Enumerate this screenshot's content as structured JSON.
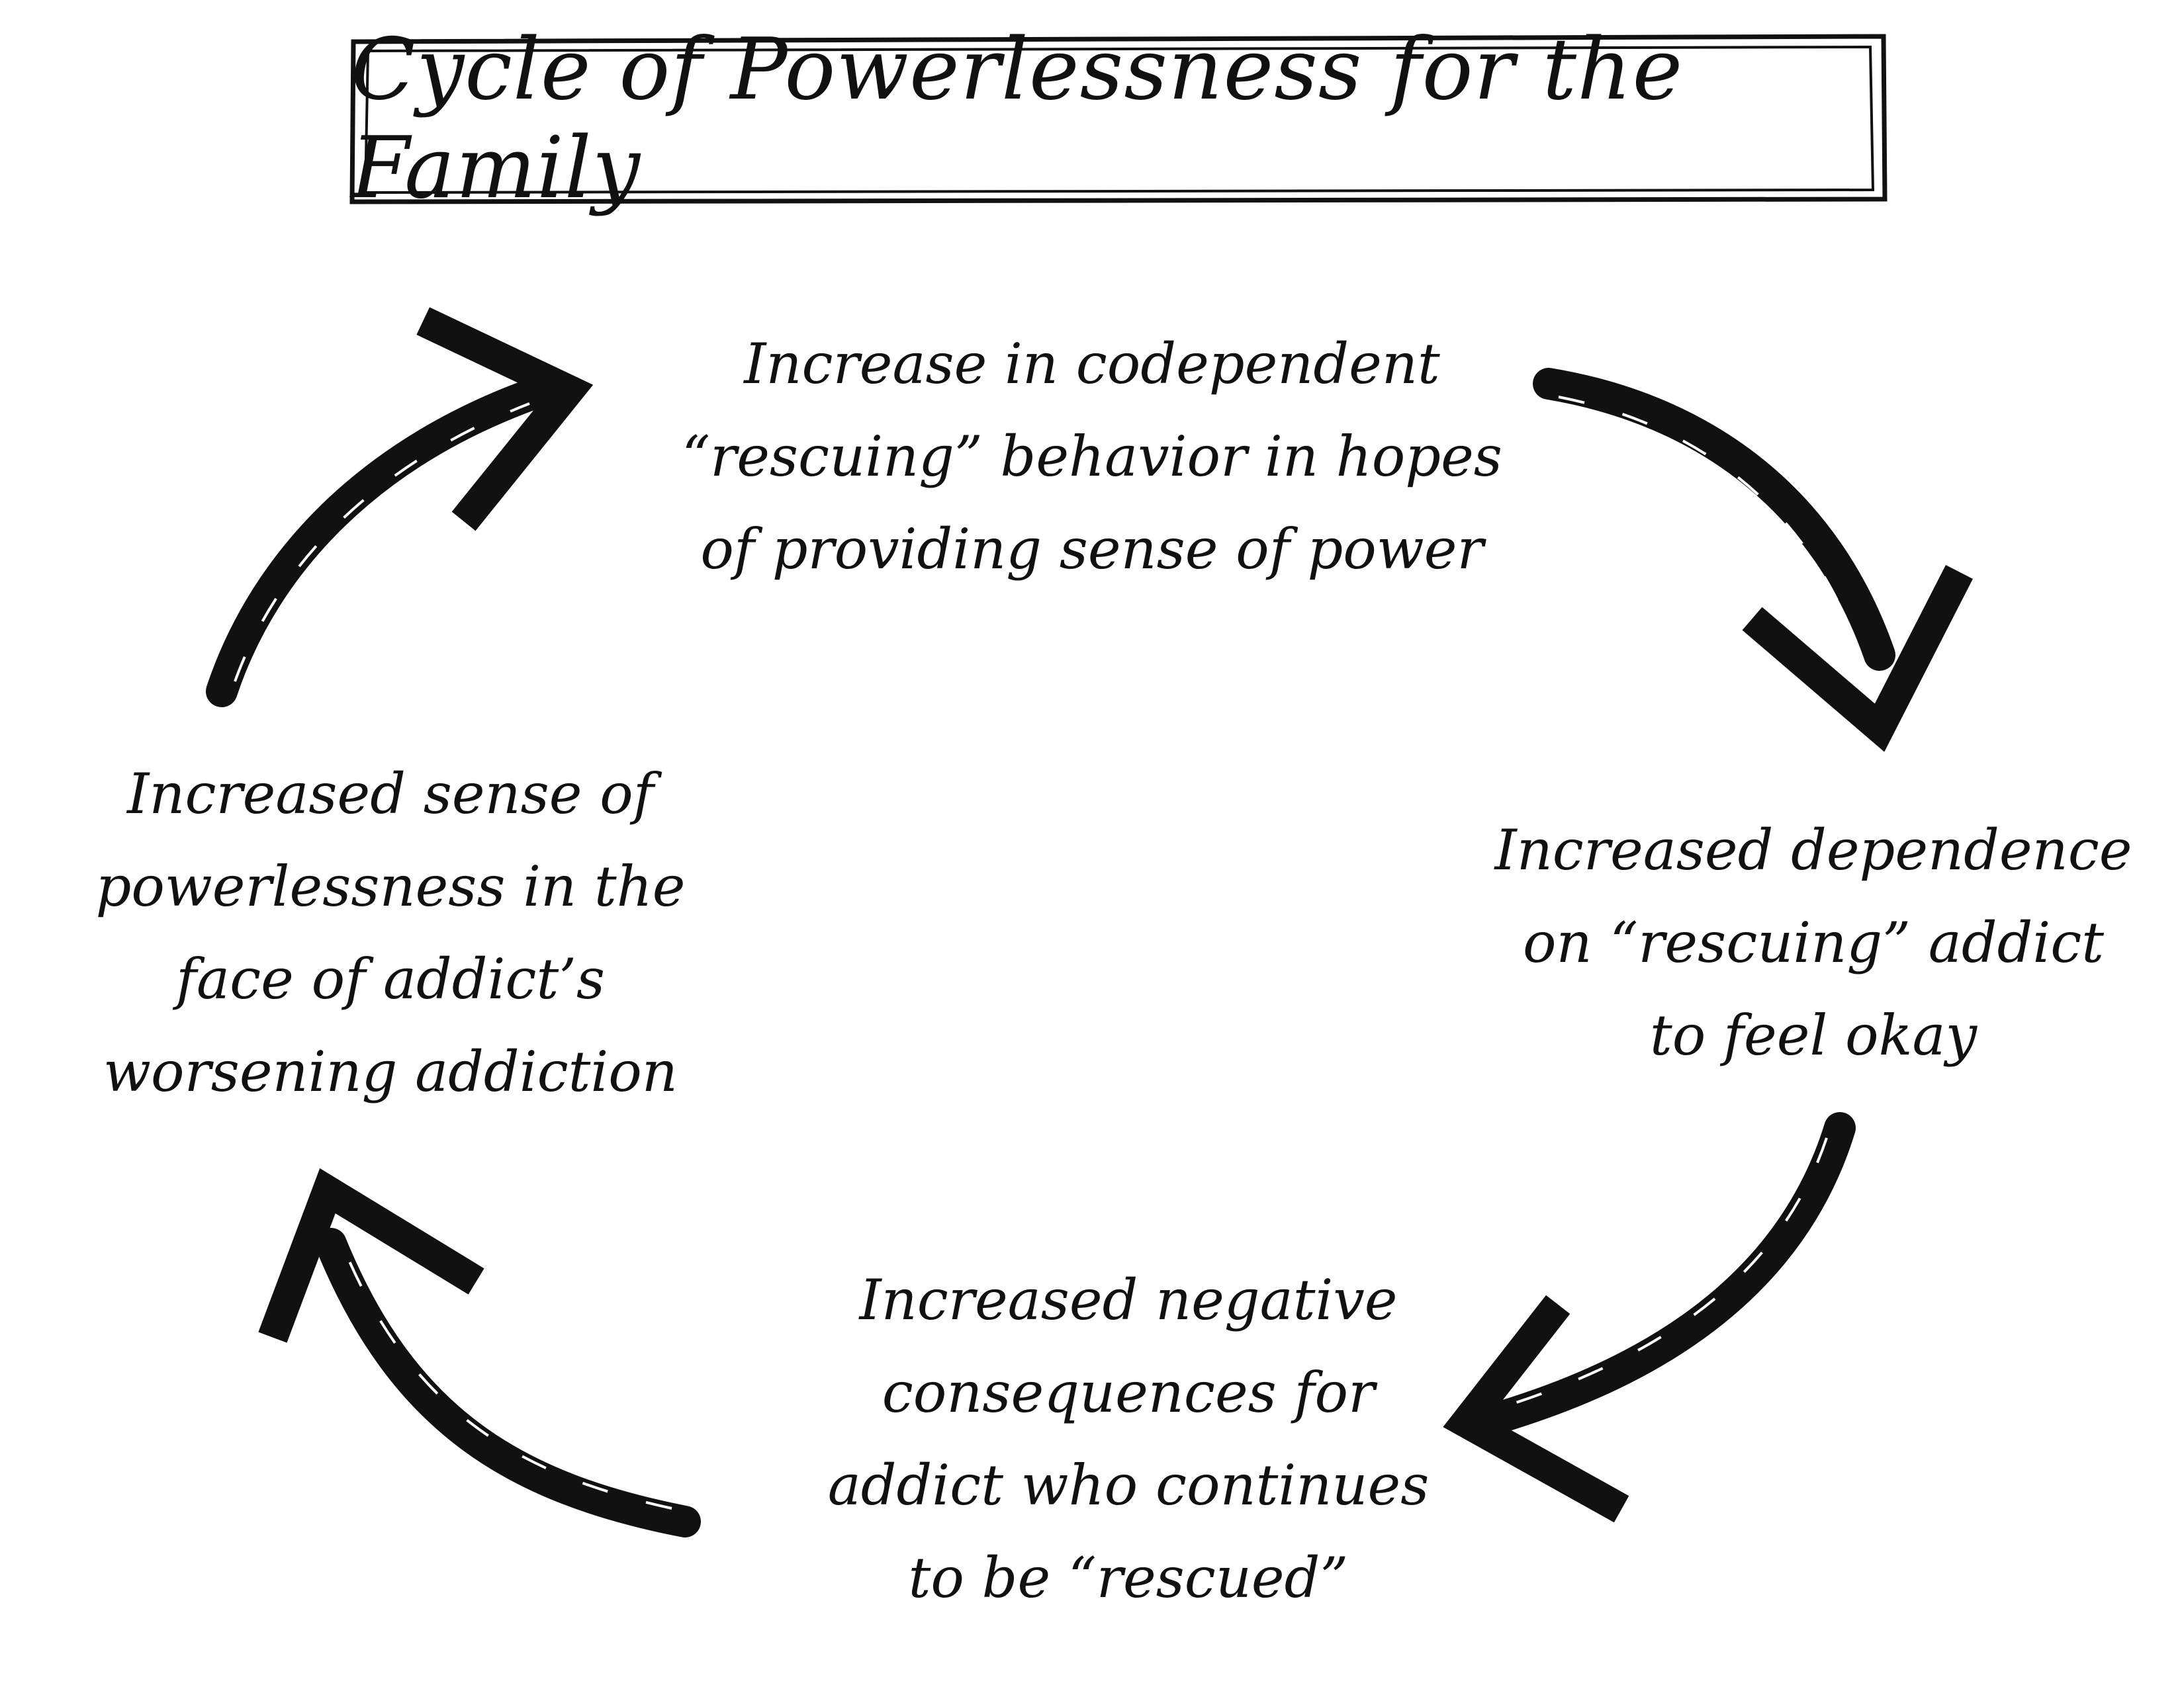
{
  "title": "Cycle of Powerlessness for the Family",
  "steps": {
    "top": {
      "lines": [
        "Increase in codependent",
        "“rescuing” behavior in hopes",
        "of providing sense of power"
      ]
    },
    "right": {
      "lines": [
        "Increased dependence",
        "on “rescuing” addict",
        "to feel okay"
      ]
    },
    "bottom": {
      "lines": [
        "Increased negative",
        "consequences for",
        "addict who continues",
        "to be “rescued”"
      ]
    },
    "left": {
      "lines": [
        "Increased sense of",
        "powerlessness in the",
        "face of addict’s",
        "worsening addiction"
      ]
    }
  },
  "colors": {
    "ink": "#111111",
    "background": "#ffffff"
  },
  "arrows": [
    {
      "from": "top",
      "to": "right"
    },
    {
      "from": "right",
      "to": "bottom"
    },
    {
      "from": "bottom",
      "to": "left"
    },
    {
      "from": "left",
      "to": "top"
    }
  ]
}
